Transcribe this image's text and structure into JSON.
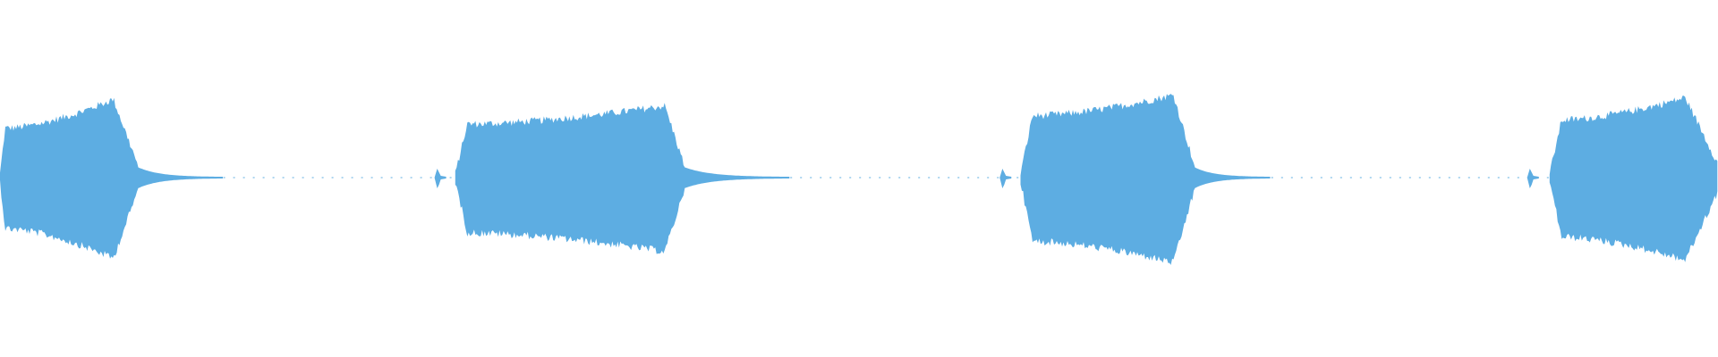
{
  "waveform": {
    "color": "#5DADE2",
    "background": "#ffffff",
    "duration_fraction_axis": "normalized",
    "segments": [
      {
        "start": 0.0,
        "attack_end": 0.003,
        "sustain_start_level": 0.55,
        "sustain_end_level": 0.9,
        "release_start": 0.066,
        "release_end": 0.08,
        "tail_end": 0.13
      },
      {
        "start": 0.265,
        "attack_end": 0.272,
        "sustain_start_level": 0.6,
        "sustain_end_level": 0.82,
        "release_start": 0.387,
        "release_end": 0.398,
        "tail_end": 0.46
      },
      {
        "start": 0.594,
        "attack_end": 0.601,
        "sustain_start_level": 0.7,
        "sustain_end_level": 0.95,
        "release_start": 0.683,
        "release_end": 0.695,
        "tail_end": 0.74
      },
      {
        "start": 0.902,
        "attack_end": 0.909,
        "sustain_start_level": 0.65,
        "sustain_end_level": 0.92,
        "release_start": 0.981,
        "release_end": 1.0,
        "tail_end": 1.0
      }
    ],
    "blips": [
      0.255,
      0.584,
      0.891
    ]
  }
}
